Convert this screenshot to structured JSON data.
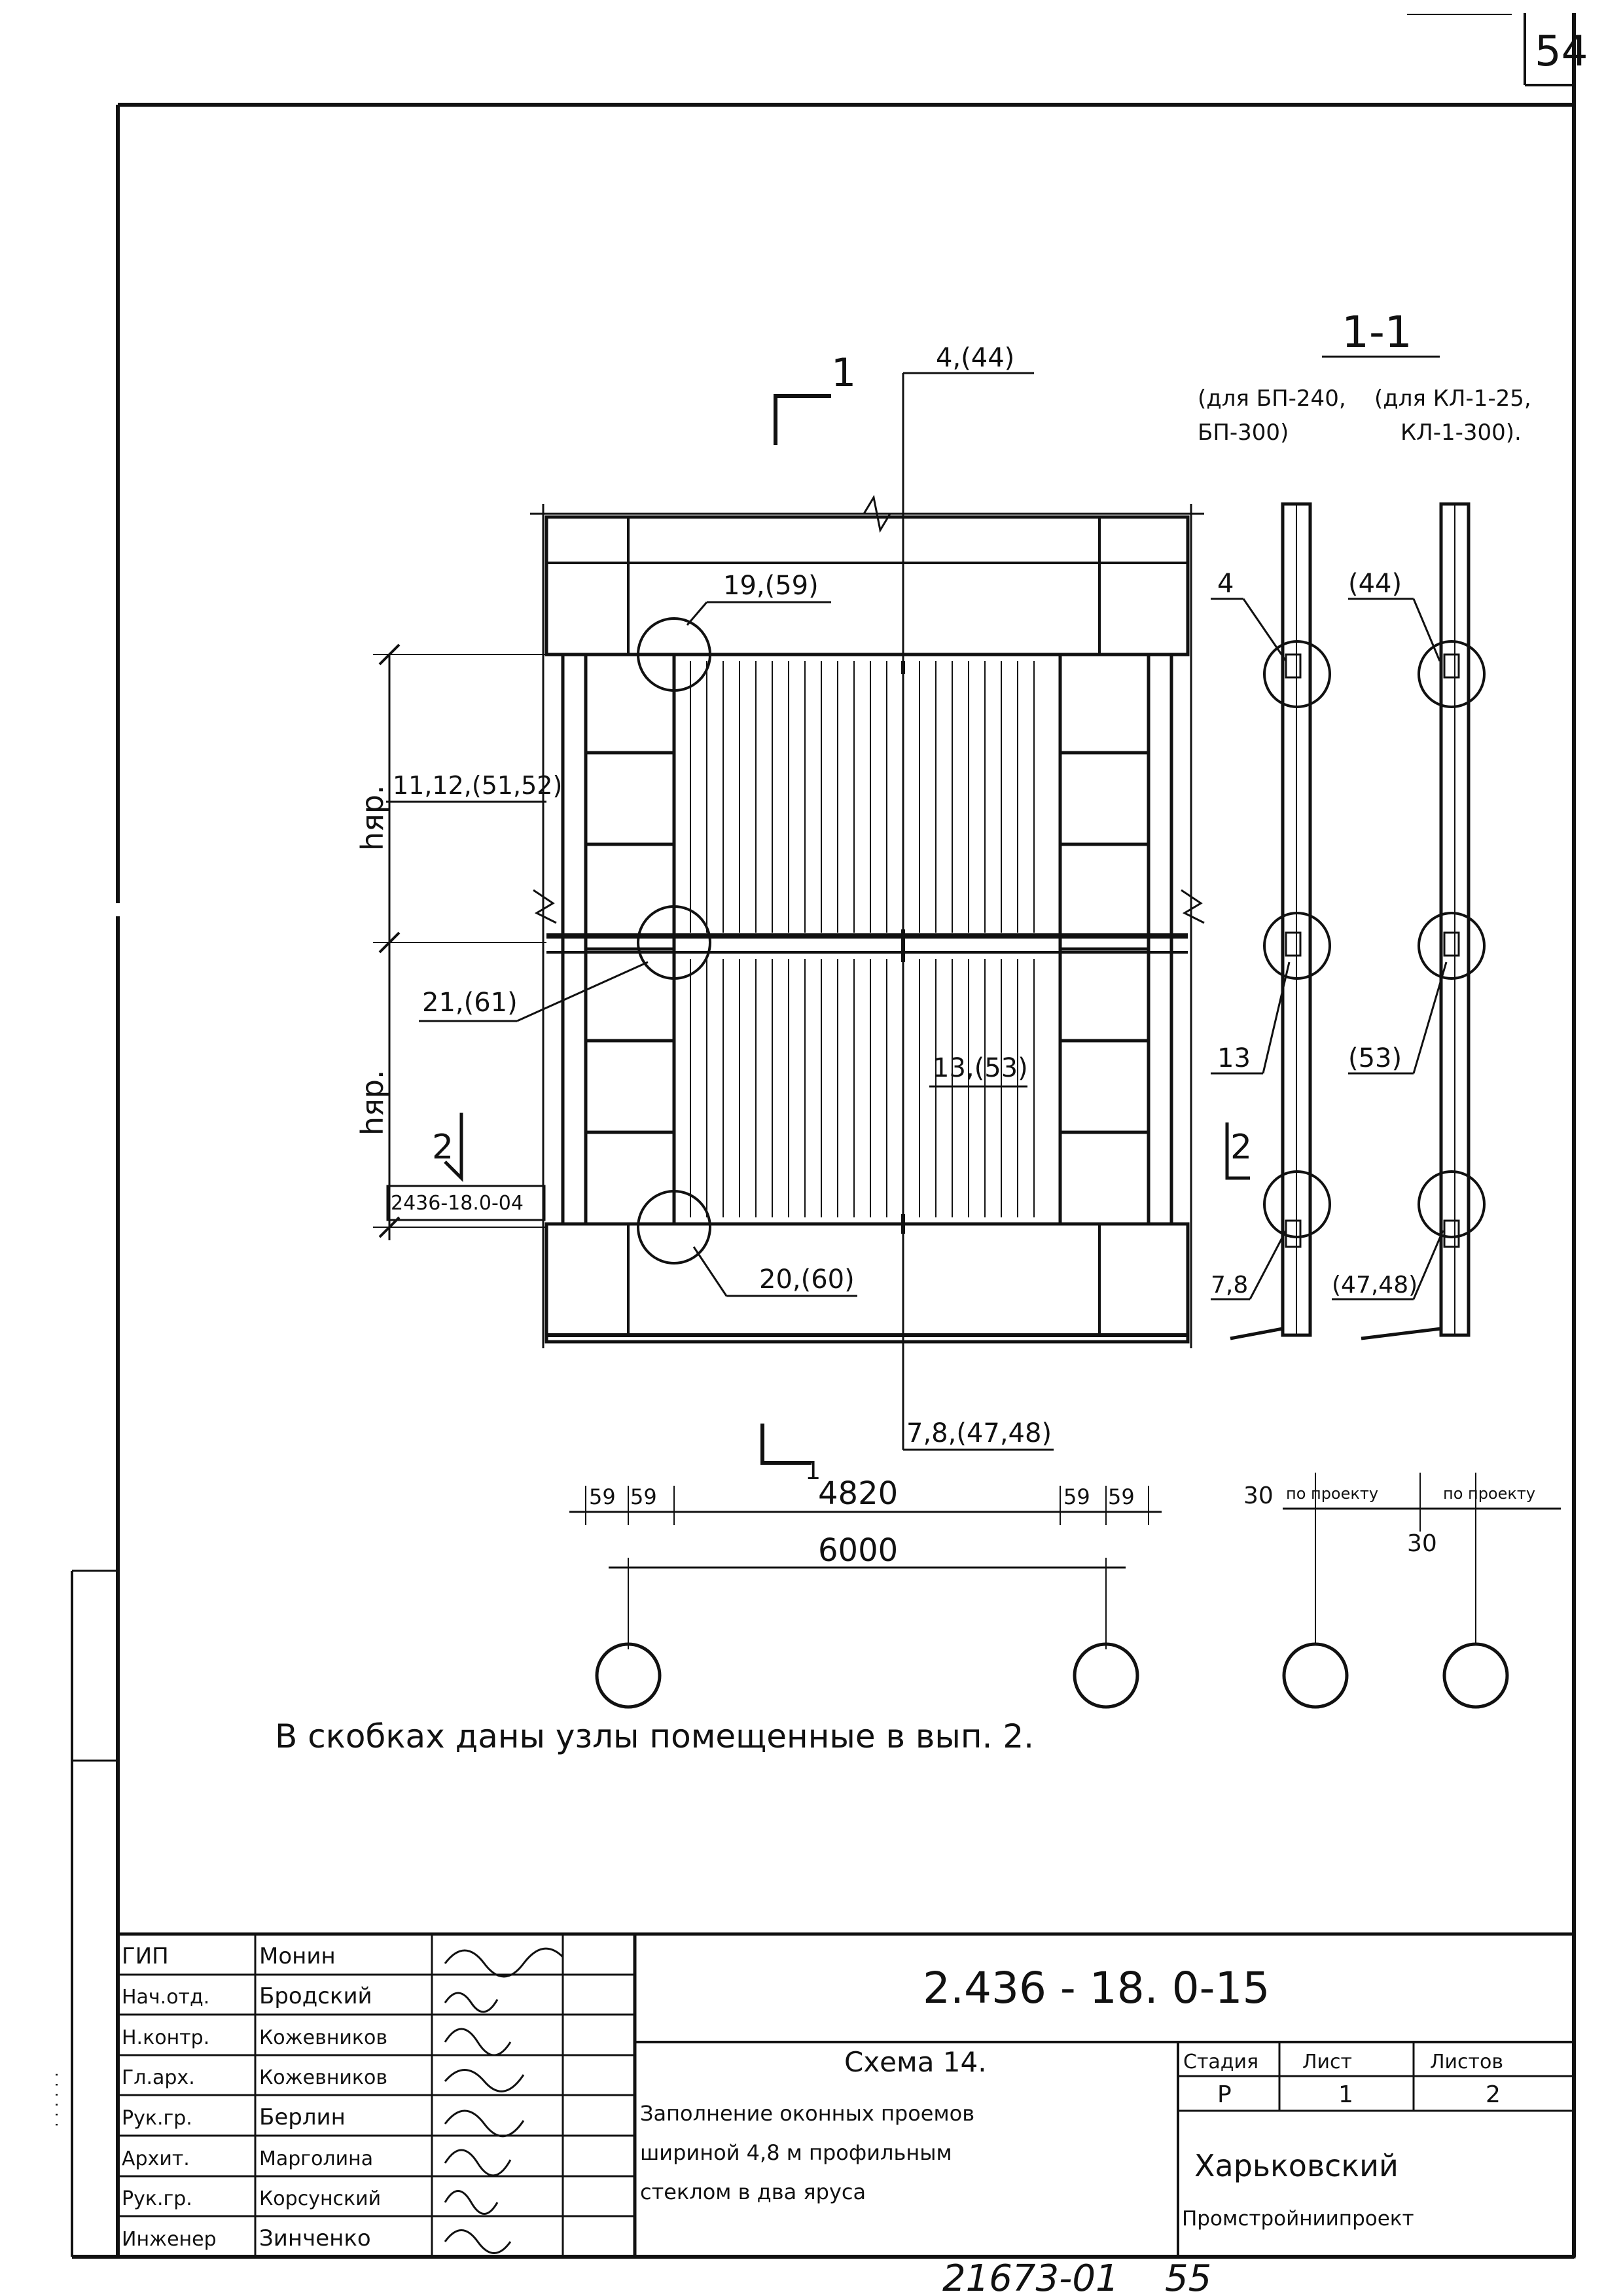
{
  "page_number": "54",
  "footer_code": "21673-01",
  "footer_page": "55",
  "note": "В скобках даны узлы помещенные в вып. 2.",
  "section_marks": {
    "top_left": "1",
    "bottom_left": "1",
    "side_left": "2",
    "side_right": "2"
  },
  "section": {
    "title": "1-1",
    "left_caption_1": "(для БП-240,",
    "left_caption_2": "БП-300)",
    "right_caption_1": "(для КЛ-1-25,",
    "right_caption_2": "КЛ-1-300)."
  },
  "callouts": {
    "top_center": "4,(44)",
    "node_top": "19,(59)",
    "left_upper": "11,12,(51,52)",
    "node_middle": "21,(61)",
    "center_mid": "13,(53)",
    "node_bottom": "20,(60)",
    "bottom_center": "7,8,(47,48)",
    "stamp_code": "2436-18.0-04"
  },
  "dimensions": {
    "h_upper": "hяр.",
    "h_lower": "hяр.",
    "d59_1": "59",
    "d59_2": "59",
    "d4820": "4820",
    "d59_3": "59",
    "d59_4": "59",
    "d6000": "6000",
    "d30_a": "30",
    "d30_b": "30",
    "po_proektu_1": "по проекту",
    "po_proektu_2": "по проекту"
  },
  "section_callouts": {
    "l4": "4",
    "l13": "13",
    "l78": "7,8",
    "r44": "(44)",
    "r53": "(53)",
    "r4748": "(47,48)"
  },
  "title_block": {
    "doc_code": "2.436 - 18. 0-15",
    "title_line1": "Схема 14.",
    "title_line2": "Заполнение оконных проемов",
    "title_line3": "шириной 4,8 м профильным",
    "title_line4": "стеклом в два яруса",
    "stage_label": "Стадия",
    "sheet_label": "Лист",
    "sheets_label": "Листов",
    "stage_value": "Р",
    "sheet_value": "1",
    "sheets_value": "2",
    "org_line1": "Харьковский",
    "org_line2": "Промстройниипроект",
    "roles": [
      {
        "role": "ГИП",
        "name": "Монин"
      },
      {
        "role": "Нач.отд.",
        "name": "Бродский"
      },
      {
        "role": "Н.контр.",
        "name": "Кожевников"
      },
      {
        "role": "Гл.арх.",
        "name": "Кожевников"
      },
      {
        "role": "Рук.гр.",
        "name": "Берлин"
      },
      {
        "role": "Архит.",
        "name": "Марголина"
      },
      {
        "role": "Рук.гр.",
        "name": "Корсунский"
      },
      {
        "role": "Инженер",
        "name": "Зинченко"
      }
    ]
  },
  "colors": {
    "ink": "#111111",
    "paper": "#ffffff"
  }
}
